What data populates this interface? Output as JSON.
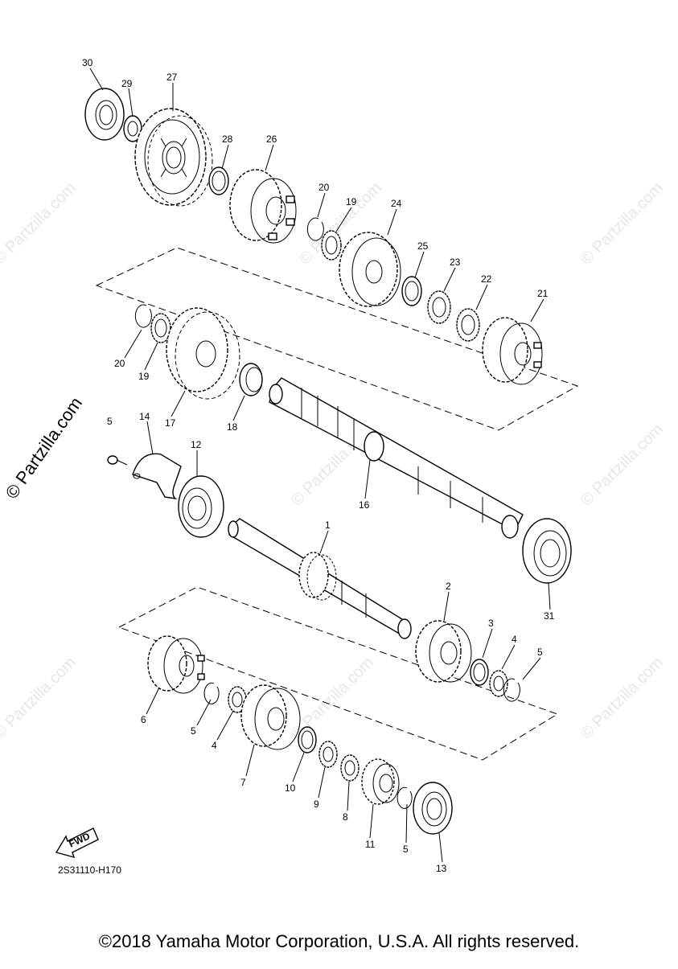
{
  "watermark": {
    "small": "© Partzilla.com",
    "large": "© Partzilla.com"
  },
  "diagram": {
    "code": "2S31110-H170",
    "fwd_label": "FWD",
    "part_labels": [
      "30",
      "29",
      "27",
      "28",
      "26",
      "20",
      "19",
      "24",
      "25",
      "23",
      "22",
      "21",
      "20",
      "19",
      "17",
      "18",
      "5",
      "14",
      "12",
      "16",
      "1",
      "31",
      "2",
      "3",
      "4",
      "5",
      "6",
      "5",
      "4",
      "7",
      "10",
      "9",
      "8",
      "11",
      "5",
      "13"
    ]
  },
  "footer": {
    "copyright": "©2018 Yamaha Motor Corporation, U.S.A. All rights reserved."
  }
}
